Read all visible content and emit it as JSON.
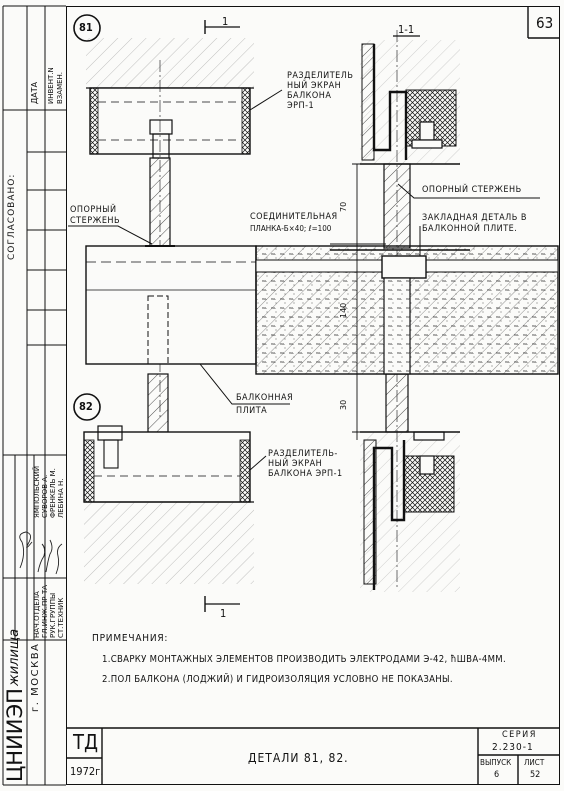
{
  "sheet": {
    "page_number": "63"
  },
  "views": {
    "detail_81": "81",
    "detail_82": "82",
    "section_mark_top": "1",
    "section_mark_bottom": "1",
    "section_title": "1-1"
  },
  "labels": {
    "divider_screen_1": [
      "РАЗДЕЛИТЕЛЬ",
      "НЫЙ ЭКРАН",
      "БАЛКОНА",
      "ЭРП-1"
    ],
    "support_rod_left": [
      "ОПОРНЫЙ",
      "СТЕРЖЕНЬ"
    ],
    "connecting_plate": [
      "СОЕДИНИТЕЛЬНАЯ",
      "ПЛАНКА-Б×40; ℓ=100"
    ],
    "support_rod_right": "ОПОРНЫЙ СТЕРЖЕНЬ",
    "embedded_part": [
      "ЗАКЛАДНАЯ ДЕТАЛЬ В",
      "БАЛКОННОЙ ПЛИТЕ."
    ],
    "balcony_slab": [
      "БАЛКОННАЯ",
      "ПЛИТА"
    ],
    "divider_screen_2": [
      "РАЗДЕЛИТЕЛЬ-",
      "НЫЙ ЭКРАН",
      "БАЛКОНА ЭРП-1"
    ],
    "dim_70": "70",
    "dim_140": "140",
    "dim_30": "30"
  },
  "notes": {
    "heading": "ПРИМЕЧАНИЯ:",
    "items": [
      "1.СВАРКУ МОНТАЖНЫХ ЭЛЕМЕНТОВ ПРОИЗВОДИТЬ ЭЛЕКТРОДАМИ Э-42, ħШВА-4ММ.",
      "2.ПОЛ БАЛКОНА (ЛОДЖИЙ) И ГИДРОИЗОЛЯЦИЯ УСЛОВНО НЕ ПОКАЗАНЫ."
    ]
  },
  "title_block": {
    "org": "ЦНИИЭП",
    "org_sub": "жилища",
    "city": "г. МОСКВА",
    "doc_type": "ТД",
    "year": "1972г.",
    "title": "ДЕТАЛИ 81, 82.",
    "series_label": "СЕРИЯ",
    "series_value": "2.230-1",
    "issue_label": "ВЫПУСК",
    "issue_value": "6",
    "sheet_label": "ЛИСТ",
    "sheet_value": "52"
  },
  "side_stamp": {
    "date": "ДАТА",
    "inv": "ИНВЕНТ.N",
    "replace": "ВЗАМЕН.",
    "agreed": "СОГЛАСОВАНО:",
    "names": [
      "ЯМПОЛЬСКИЙ",
      "СУВОРОВ А.",
      "ФРЕНКЕЛЬ М.",
      "ЛЕБИНА Н."
    ],
    "roles": [
      "НАЧ.ОТДЕЛА",
      "ГЛ.ИНЖ.ПР-ТА",
      "РУК.ГРУППЫ",
      "СТ.ТЕХНИК"
    ]
  }
}
